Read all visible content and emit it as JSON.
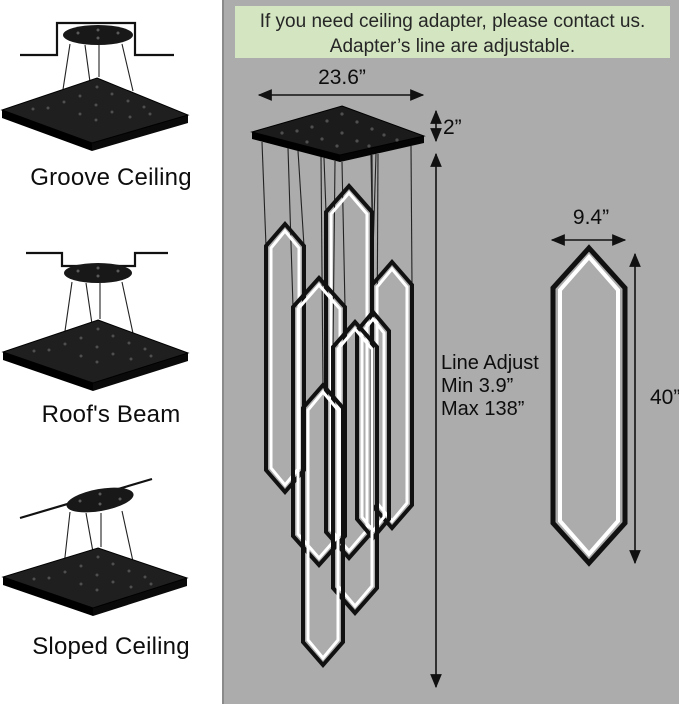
{
  "banner": {
    "line1": "If you need ceiling adapter, please contact us.",
    "line2": "Adapter’s line are adjustable."
  },
  "mount_options": [
    {
      "label": "Groove Ceiling"
    },
    {
      "label": "Roof's Beam"
    },
    {
      "label": "Sloped Ceiling"
    }
  ],
  "dimensions": {
    "canopy_width": "23.6”",
    "canopy_thickness": "2”",
    "line_adjust_title": "Line Adjust",
    "line_adjust_min": "Min 3.9”",
    "line_adjust_max": "Max 138”",
    "pendant_width": "9.4”",
    "pendant_height": "40”"
  },
  "colors": {
    "panel_background": "#acacac",
    "banner_background": "#d3e5c1",
    "fixture_black": "#141414",
    "line_color": "#111111",
    "led_highlight": "#ffffff"
  }
}
